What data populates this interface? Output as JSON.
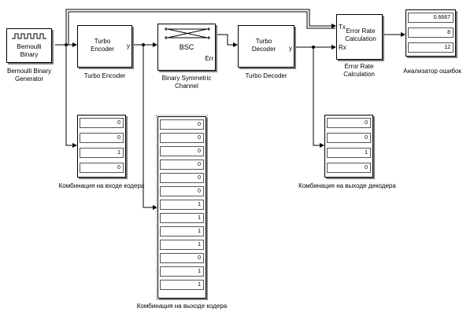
{
  "blocks": {
    "bernoulli": {
      "line1": "Bernoulli",
      "line2": "Binary",
      "caption1": "Bernoulli Binary",
      "caption2": "Generator"
    },
    "encoder": {
      "line1": "Turbo",
      "line2": "Encoder",
      "port_out": "y",
      "caption": "Turbo Encoder"
    },
    "bsc": {
      "label": "BSC",
      "port_err": "Err",
      "caption1": "Binary Symmetric",
      "caption2": "Channel"
    },
    "decoder": {
      "line1": "Turbo",
      "line2": "Decoder",
      "port_out": "y",
      "caption": "Turbo Decoder"
    },
    "error_rate": {
      "line1": "Error Rate",
      "line2": "Calculation",
      "port_tx": "Tx",
      "port_rx": "Rx",
      "caption1": "Error Rate",
      "caption2": "Calculation"
    }
  },
  "displays": {
    "error_analyzer": {
      "values": [
        "0.6667",
        "8",
        "12"
      ],
      "caption": "Анализатор ошибок"
    },
    "encoder_input": {
      "values": [
        "0",
        "0",
        "1",
        "0"
      ],
      "caption": "Комбинация на входе кодера"
    },
    "encoder_output": {
      "values": [
        "0",
        "0",
        "0",
        "0",
        "0",
        "0",
        "1",
        "1",
        "1",
        "1",
        "0",
        "1",
        "1"
      ],
      "caption": "Комбинация на выходе кодера"
    },
    "decoder_output": {
      "values": [
        "0",
        "0",
        "1",
        "0"
      ],
      "caption": "Комбинация на выходе декодера"
    }
  }
}
